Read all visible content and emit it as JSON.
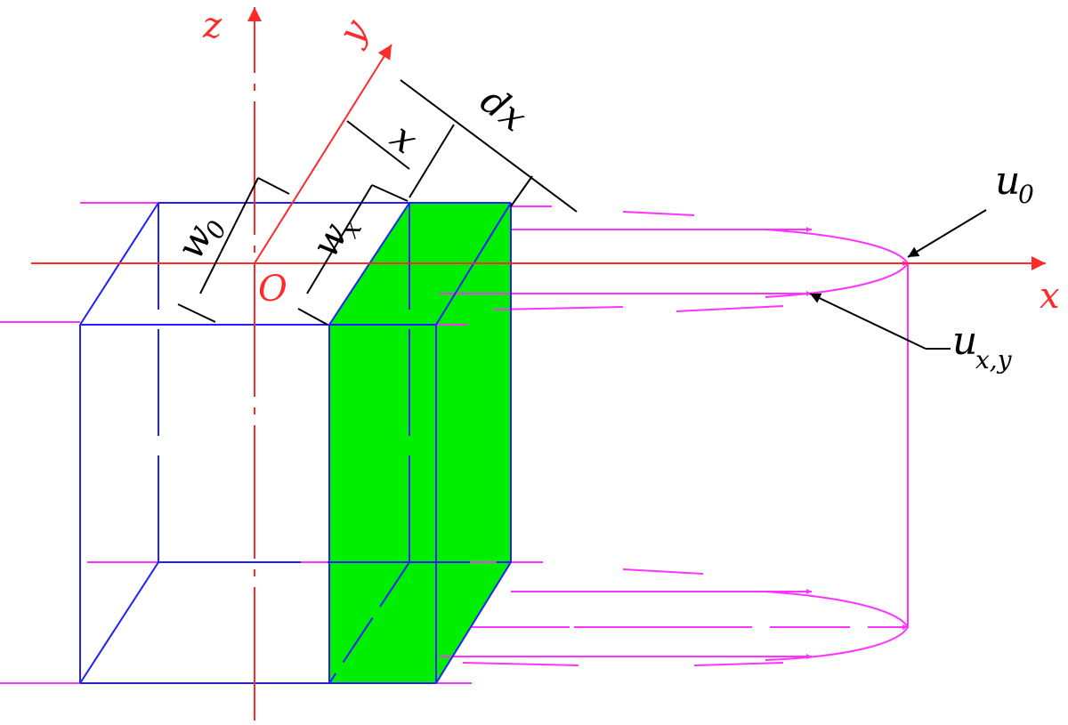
{
  "colors": {
    "axis": "#ff2a2a",
    "box_edge": "#2020ff",
    "flow": "#ff33ff",
    "slice_fill": "#00ee00",
    "dimension": "#000000"
  },
  "axes": {
    "z": "z",
    "y": "y",
    "x": "x",
    "origin": "O"
  },
  "dimensions": {
    "dx": "dx",
    "x": "x",
    "w0_main": "w",
    "w0_sub": "0",
    "wx_main": "w",
    "wx_sub": "x"
  },
  "velocity": {
    "u0_main": "u",
    "u0_sub": "0",
    "uxy_main": "u",
    "uxy_sub": "x,y"
  }
}
